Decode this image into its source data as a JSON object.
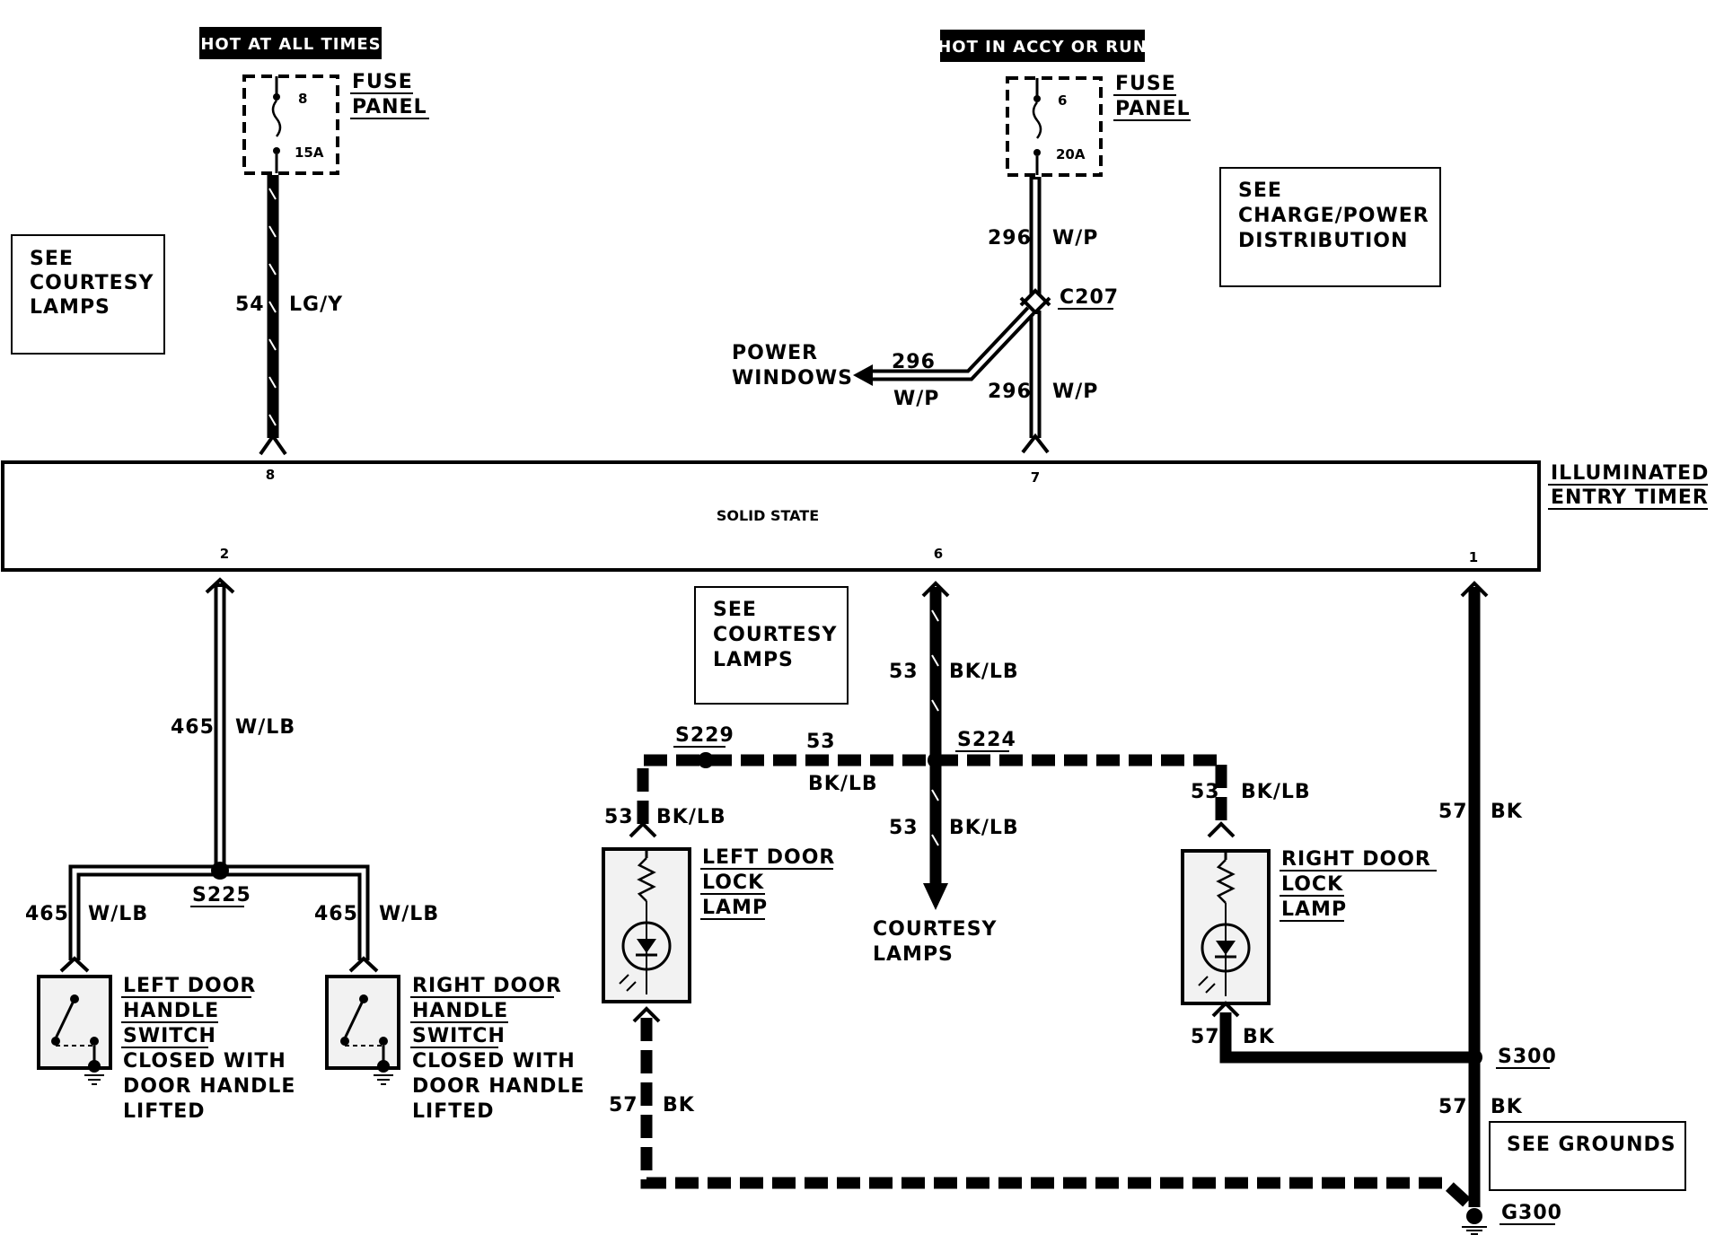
{
  "header_labels": {
    "hot_at_all_times": "HOT AT ALL TIMES",
    "hot_in_accy_or_run": "HOT IN ACCY OR RUN"
  },
  "fuse_left": {
    "title_line1": "FUSE",
    "title_line2": "PANEL",
    "number": "8",
    "rating": "15A"
  },
  "fuse_right": {
    "title_line1": "FUSE",
    "title_line2": "PANEL",
    "number": "6",
    "rating": "20A"
  },
  "refs": {
    "courtesy_left": [
      "SEE",
      "COURTESY",
      "LAMPS"
    ],
    "charge_power": [
      "SEE",
      "CHARGE/POWER",
      "DISTRIBUTION"
    ],
    "courtesy_mid": [
      "SEE",
      "COURTESY",
      "LAMPS"
    ],
    "grounds": "SEE GROUNDS"
  },
  "wires": {
    "w54": {
      "circuit": "54",
      "color": "LG/Y"
    },
    "w296_top": {
      "circuit": "296",
      "color": "W/P"
    },
    "w296_low": {
      "circuit": "296",
      "color": "W/P"
    },
    "w296_branch": {
      "circuit": "296",
      "color": "W/P"
    },
    "w465_main": {
      "circuit": "465",
      "color": "W/LB"
    },
    "w465_left": {
      "circuit": "465",
      "color": "W/LB"
    },
    "w465_right": {
      "circuit": "465",
      "color": "W/LB"
    },
    "w53_top": {
      "circuit": "53",
      "color": "BK/LB"
    },
    "w53_bus": {
      "circuit": "53",
      "color": "BK/LB"
    },
    "w53_left": {
      "circuit": "53",
      "color": "BK/LB"
    },
    "w53_right": {
      "circuit": "53",
      "color": "BK/LB"
    },
    "w53_down": {
      "circuit": "53",
      "color": "BK/LB"
    },
    "w57_main": {
      "circuit": "57",
      "color": "BK"
    },
    "w57_left": {
      "circuit": "57",
      "color": "BK"
    },
    "w57_right": {
      "circuit": "57",
      "color": "BK"
    },
    "w57_low": {
      "circuit": "57",
      "color": "BK"
    }
  },
  "connectors": {
    "c207": "C207"
  },
  "splices": {
    "s225": "S225",
    "s229": "S229",
    "s224": "S224",
    "s300": "S300",
    "g300": "G300"
  },
  "destinations": {
    "power_windows": [
      "POWER",
      "WINDOWS"
    ],
    "courtesy_lamps": [
      "COURTESY",
      "LAMPS"
    ]
  },
  "timer": {
    "name_line1": "ILLUMINATED",
    "name_line2": "ENTRY TIMER",
    "type": "SOLID STATE",
    "pins": {
      "p8": "8",
      "p7": "7",
      "p2": "2",
      "p6": "6",
      "p1": "1"
    }
  },
  "components": {
    "left_handle": [
      "LEFT DOOR",
      "HANDLE",
      "SWITCH",
      "CLOSED WITH",
      "DOOR HANDLE",
      "LIFTED"
    ],
    "right_handle": [
      "RIGHT DOOR",
      "HANDLE",
      "SWITCH",
      "CLOSED WITH",
      "DOOR HANDLE",
      "LIFTED"
    ],
    "left_lamp": [
      "LEFT DOOR",
      "LOCK",
      "LAMP"
    ],
    "right_lamp": [
      "RIGHT DOOR",
      "LOCK",
      "LAMP"
    ]
  }
}
